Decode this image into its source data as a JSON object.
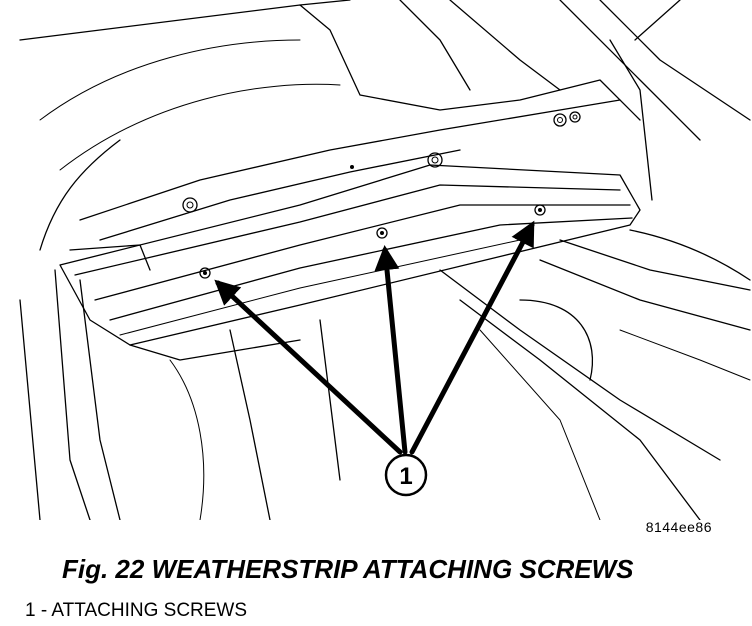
{
  "figure": {
    "reference_code": "8144ee86",
    "title": "Fig. 22 WEATHERSTRIP ATTACHING SCREWS",
    "callout_label": "1",
    "legend": [
      {
        "text": "1 - ATTACHING SCREWS"
      }
    ]
  },
  "style": {
    "line_color": "#000000",
    "background": "#ffffff"
  }
}
